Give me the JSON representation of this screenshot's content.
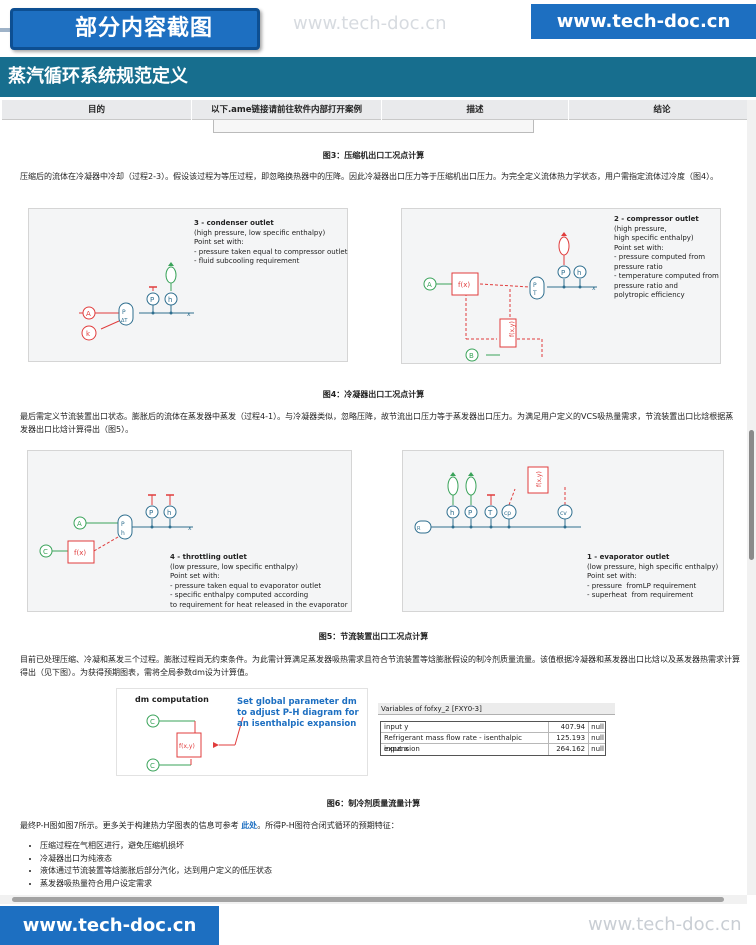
{
  "banner": {
    "badge_text": "部分内容截图",
    "watermark": "www.tech-doc.cn",
    "site_badge": "www.tech-doc.cn"
  },
  "page": {
    "title": "蒸汽循环系统规范定义"
  },
  "table": {
    "headers": [
      "目的",
      "以下.ame链接请前往软件内部打开案例",
      "描述",
      "结论"
    ]
  },
  "sections": {
    "fig3_caption": "图3：压缩机出口工况点计算",
    "para1": "压缩后的流体在冷凝器中冷却（过程2-3）。假设该过程为等压过程，即忽略换热器中的压降。因此冷凝器出口压力等于压缩机出口压力。为完全定义流体热力学状态，用户需指定流体过冷度（图4）。",
    "fig4_caption": "图4：冷凝器出口工况点计算",
    "para2": "最后需定义节流装置出口状态。膨胀后的流体在蒸发器中蒸发（过程4-1）。与冷凝器类似，忽略压降，故节流出口压力等于蒸发器出口压力。为满足用户定义的VCS吸热量需求，节流装置出口比焓根据蒸发器出口比焓计算得出（图5）。",
    "fig5_caption": "图5：节流装置出口工况点计算",
    "para3": "目前已处理压缩、冷凝和蒸发三个过程。膨胀过程尚无约束条件。为此需计算满足蒸发器吸热需求且符合节流装置等焓膨胀假设的制冷剂质量流量。该值根据冷凝器和蒸发器出口比焓以及蒸发器热需求计算得出（见下图）。为获得预期图表，需将全局参数dm设为计算值。",
    "fig6_caption": "图6：制冷剂质量流量计算",
    "para4_before": "最终P-H图如图7所示。更多关于构建热力学图表的信息可参考",
    "para4_link": "此处",
    "para4_after": "。所得P-H图符合闭式循环的预期特征："
  },
  "diagrams": {
    "condenser": {
      "title": "3 - condenser outlet",
      "lines": [
        "(high pressure, low specific enthalpy)",
        "Point set with:",
        "- pressure taken equal to compressor outlet",
        "- fluid subcooling requirement"
      ]
    },
    "compressor": {
      "title": "2 - compressor outlet",
      "lines": [
        "(high pressure,",
        "high specific enthalpy)",
        "Point set with:",
        "- pressure computed from",
        "pressure ratio",
        "- temperature computed from",
        "pressure ratio and",
        "polytropic efficiency"
      ]
    },
    "throttling": {
      "title": "4 - throttling outlet",
      "lines": [
        "(low pressure, low specific enthalpy)",
        "Point set with:",
        "- pressure taken equal to evaporator outlet",
        "- specific enthalpy computed according",
        "to requirement for heat released in the evaporator"
      ]
    },
    "evaporator": {
      "title": "1 - evaporator outlet",
      "lines": [
        "(low pressure, high specific enthalpy)",
        "Point set with:",
        "- pressure  fromLP requirement",
        "- superheat  from requirement"
      ]
    },
    "dm": {
      "title": "dm computation",
      "note": [
        "Set global parameter dm",
        "to adjust P-H diagram for",
        "an isenthalpic expansion"
      ]
    }
  },
  "variables": {
    "title": "Variables of fofxy_2 [FXY0-3]",
    "rows": [
      {
        "name": "input y",
        "value": "407.94",
        "unit": "null"
      },
      {
        "name": "Refrigerant mass flow rate - isenthalpic expansion",
        "value": "125.193",
        "unit": "null"
      },
      {
        "name": "input x",
        "value": "264.162",
        "unit": "null"
      }
    ]
  },
  "features": [
    "压缩过程在气相区进行，避免压缩机损坏",
    "冷凝器出口为纯液态",
    "液体通过节流装置等焓膨胀后部分汽化，达到用户定义的低压状态",
    "蒸发器吸热量符合用户设定需求"
  ],
  "colors": {
    "brand_blue": "#1d6fc1",
    "title_teal": "#176e8e",
    "node_red": "#e03c3c",
    "node_green": "#3aa35a",
    "node_blue": "#2f6f8f"
  }
}
